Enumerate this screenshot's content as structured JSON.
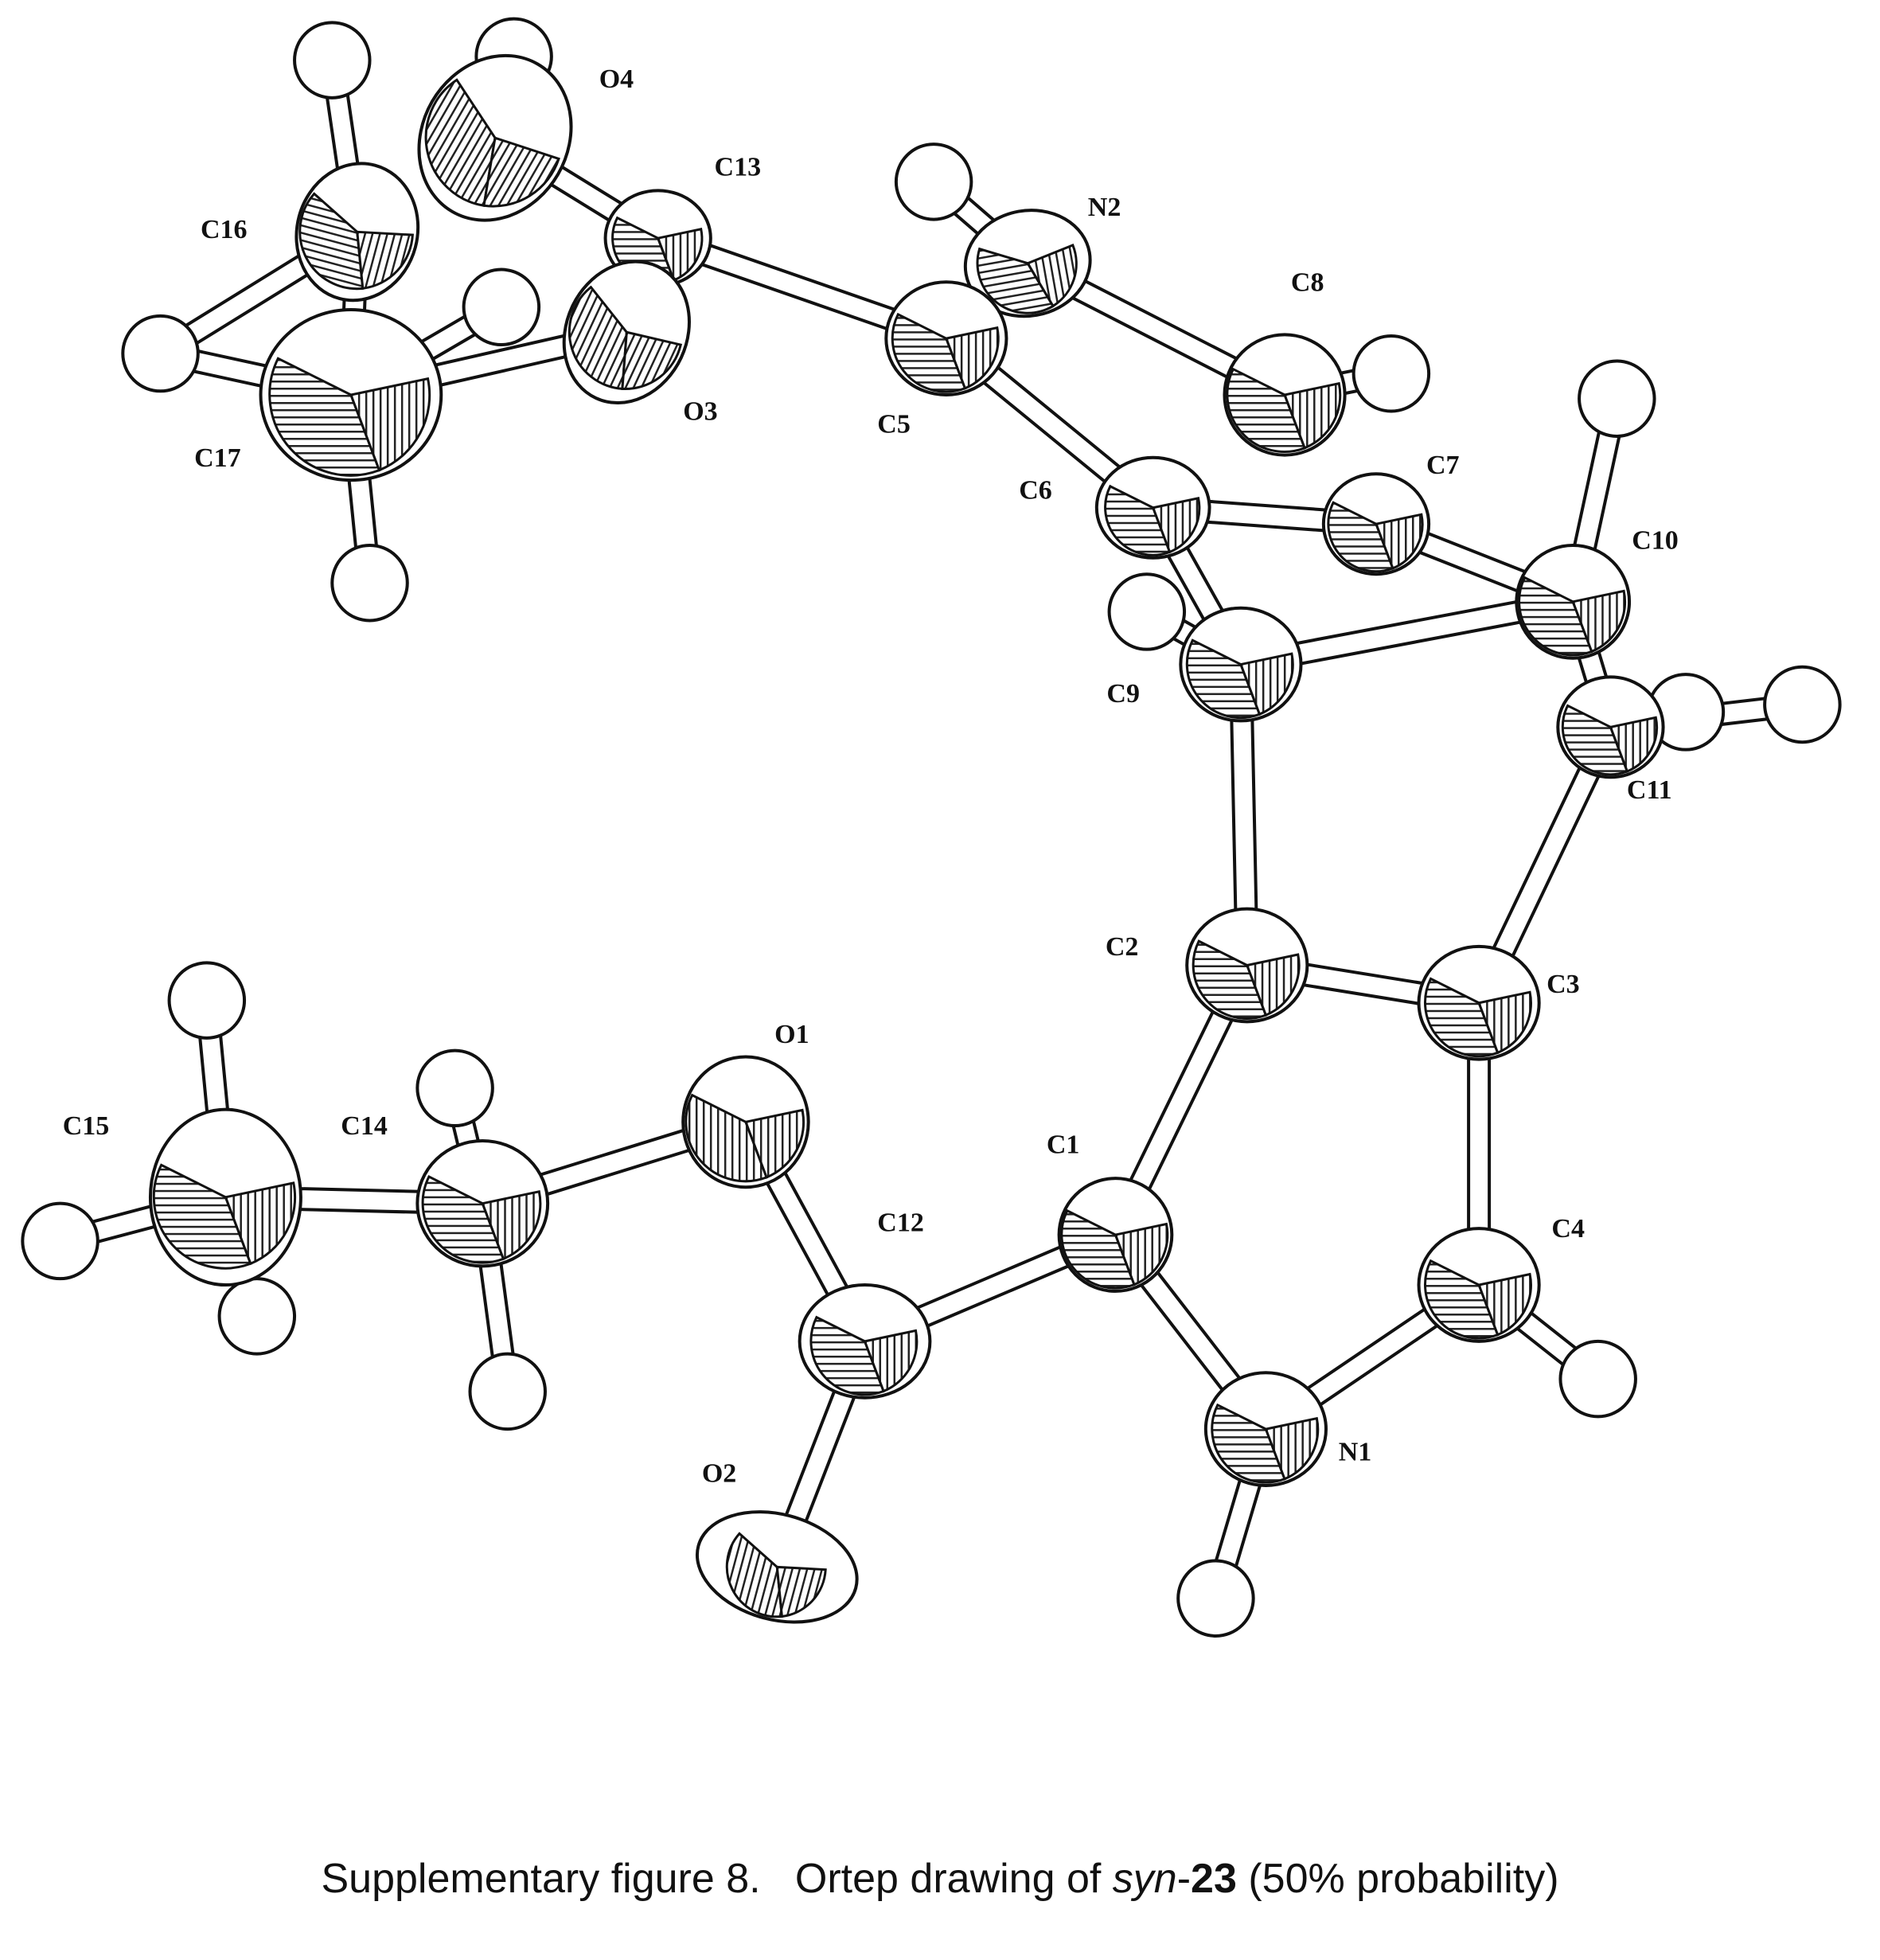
{
  "caption": {
    "prefix": "Supplementary figure 8.",
    "text_before": "Ortep drawing of ",
    "compound_italic": "syn",
    "compound_dash": "-",
    "compound_bold": "23",
    "text_after": " (50% probability)"
  },
  "labels": [
    "O4",
    "C13",
    "C16",
    "N2",
    "C8",
    "C17",
    "O3",
    "C5",
    "C6",
    "C7",
    "C10",
    "C9",
    "C11",
    "C2",
    "C3",
    "O1",
    "C15",
    "C14",
    "C1",
    "C12",
    "C4",
    "O2",
    "N1"
  ],
  "colors": {
    "line": "#111111",
    "fill": "#ffffff",
    "hatch": "#222222"
  }
}
